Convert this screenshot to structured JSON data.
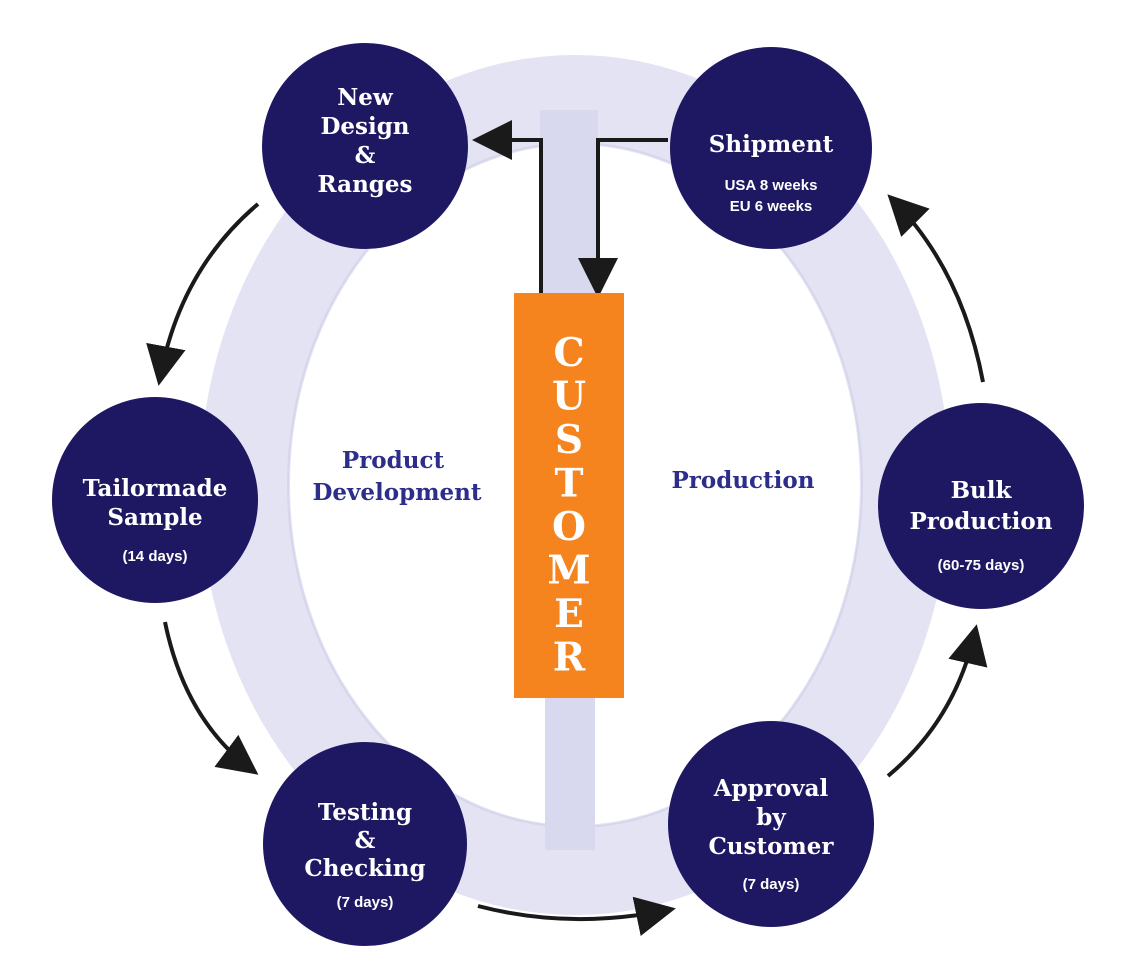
{
  "colors": {
    "node_fill": "#1e1862",
    "ring": "#e3e3f3",
    "ring_edge": "#d2d2ea",
    "customer_box": "#f5841f",
    "arrow": "#1a1a1a",
    "phase_text": "#2d2d8c"
  },
  "nodes": [
    {
      "id": "new-design",
      "title_lines": [
        "New",
        "Design",
        "&",
        "Ranges"
      ],
      "sub_lines": []
    },
    {
      "id": "shipment",
      "title_lines": [
        "Shipment"
      ],
      "sub_lines": [
        "USA  8 weeks",
        "EU  6 weeks"
      ]
    },
    {
      "id": "tailormade-sample",
      "title_lines": [
        "Tailormade",
        "Sample"
      ],
      "sub_lines": [
        "(14 days)"
      ]
    },
    {
      "id": "bulk-production",
      "title_lines": [
        "Bulk",
        "Production"
      ],
      "sub_lines": [
        "(60-75 days)"
      ]
    },
    {
      "id": "testing-checking",
      "title_lines": [
        "Testing",
        "&",
        "Checking"
      ],
      "sub_lines": [
        "(7 days)"
      ]
    },
    {
      "id": "approval-customer",
      "title_lines": [
        "Approval",
        "by",
        "Customer"
      ],
      "sub_lines": [
        "(7 days)"
      ]
    }
  ],
  "phases": {
    "left": [
      "Product",
      "Development"
    ],
    "right": [
      "Production"
    ]
  },
  "customer": {
    "label": "CUSTOMER",
    "letters": [
      "C",
      "U",
      "S",
      "T",
      "O",
      "M",
      "E",
      "R"
    ]
  }
}
